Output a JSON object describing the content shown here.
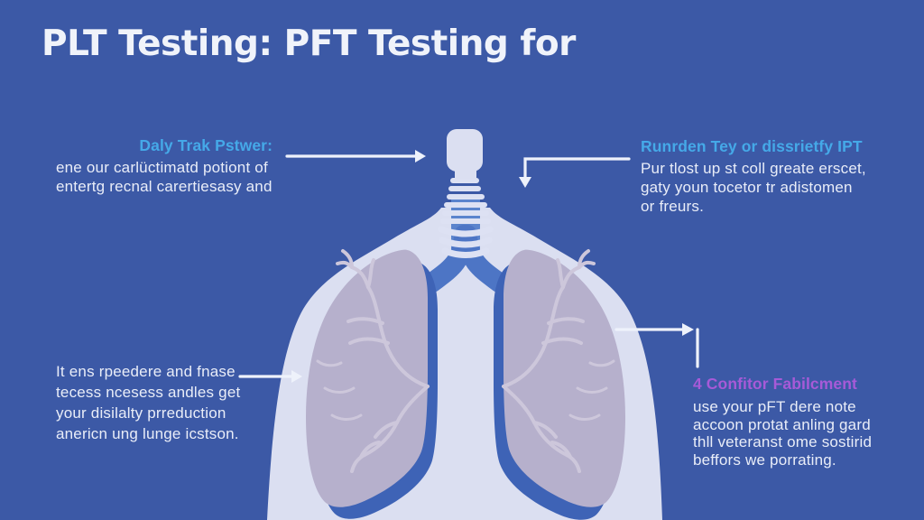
{
  "title": "PLT Testing: PFT Testing for",
  "colors": {
    "background": "#3c59a6",
    "heading_blue": "#45a9e8",
    "heading_purple": "#a75ad8",
    "body_text": "#e9edf8",
    "title_text": "#f0f3fa",
    "chest_silhouette": "#dbdff1",
    "lung_fill": "#b6b0cc",
    "lung_branches": "#cdc7db",
    "airway_stem_blue": "#5b84cd",
    "bronchi_blue": "#4d75c5",
    "lung_shadow_blue": "#3e63b6",
    "arrow": "#eef2fb"
  },
  "annotations": {
    "top_left": {
      "heading": "Daly Trak Pstwer:",
      "lines": [
        "ene our carlüctimatd potiont of",
        "entertg recnal carertiesasy and"
      ]
    },
    "top_right": {
      "heading": "Runrden Tey or dissrietfy IPT",
      "lines": [
        "Pur tlost up st coll greate erscet,",
        "gaty youn tocetor tr adistomen",
        "or freurs."
      ]
    },
    "bottom_left": {
      "lines": [
        "It ens rpeedere and fnase",
        "tecess ncesess andles get",
        "your disilalty prreduction",
        "anericn ung lunge icstson."
      ]
    },
    "bottom_right": {
      "heading": "4 Confitor Fabilcment",
      "lines": [
        "use your pFT dere note",
        "accoon protat anling gard",
        "thll veteranst ome sostirid",
        "beffors we porrating."
      ]
    }
  }
}
